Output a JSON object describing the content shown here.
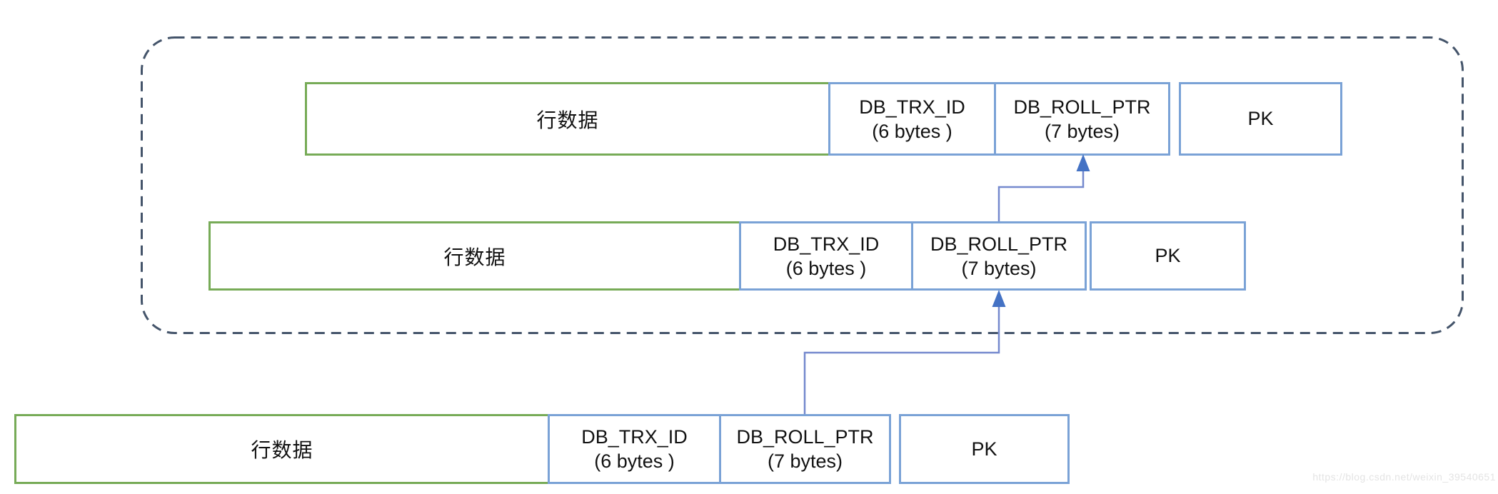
{
  "colors": {
    "box-blue": "#7aa2d6",
    "box-green": "#77ab57",
    "dashed-border": "#44546a",
    "connector": "#7589ce",
    "arrow": "#4472c4",
    "text": "#111111",
    "watermark": "#e4e4e4"
  },
  "rows": [
    {
      "row_data": "行数据",
      "trx_id_line1": "DB_TRX_ID",
      "trx_id_line2": "(6 bytes )",
      "roll_ptr_line1": "DB_ROLL_PTR",
      "roll_ptr_line2": "(7 bytes)",
      "pk": "PK"
    },
    {
      "row_data": "行数据",
      "trx_id_line1": "DB_TRX_ID",
      "trx_id_line2": "(6 bytes )",
      "roll_ptr_line1": "DB_ROLL_PTR",
      "roll_ptr_line2": "(7 bytes)",
      "pk": "PK"
    },
    {
      "row_data": "行数据",
      "trx_id_line1": "DB_TRX_ID",
      "trx_id_line2": "(6 bytes )",
      "roll_ptr_line1": "DB_ROLL_PTR",
      "roll_ptr_line2": "(7 bytes)",
      "pk": "PK"
    }
  ],
  "watermark": "https://blog.csdn.net/weixin_39540651"
}
